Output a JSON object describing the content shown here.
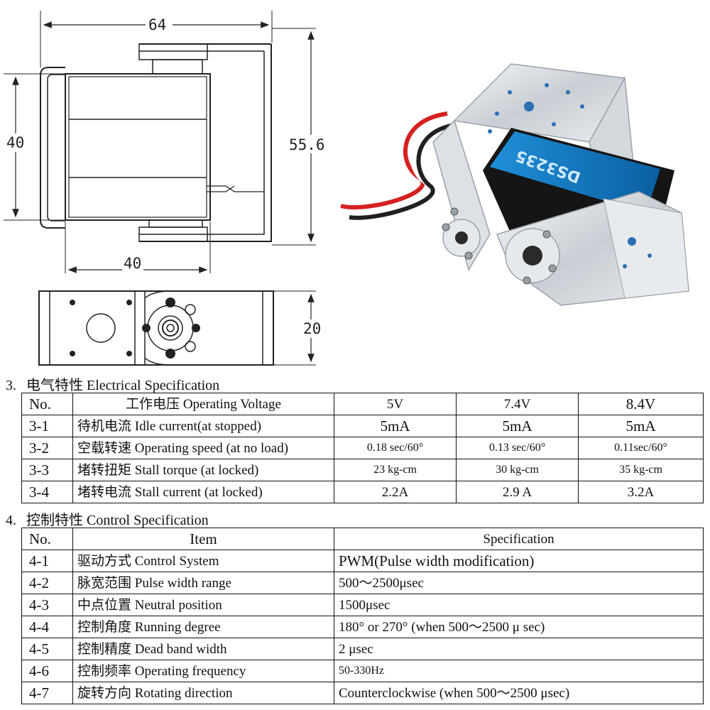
{
  "drawing": {
    "dim_width_top": "64",
    "dim_height_left": "40",
    "dim_height_right": "55.6",
    "dim_width_bottom": "40",
    "dim_depth": "20",
    "servo_label": "DS3235"
  },
  "electrical": {
    "number": "3.",
    "title": "电气特性 Electrical Specification",
    "header": {
      "no": "No.",
      "item": "工作电压 Operating Voltage",
      "v1": "5V",
      "v2": "7.4V",
      "v3": "8.4V"
    },
    "rows": [
      {
        "no": "3-1",
        "item": "待机电流  Idle current(at stopped)",
        "v1": "5mA",
        "v2": "5mA",
        "v3": "5mA"
      },
      {
        "no": "3-2",
        "item": "空载转速 Operating speed (at no load)",
        "v1": "0.18 sec/60°",
        "v2": "0.13 sec/60°",
        "v3": "0.11sec/60°"
      },
      {
        "no": "3-3",
        "item": "堵转扭矩 Stall torque (at locked)",
        "v1": "23 kg-cm",
        "v2": "30 kg-cm",
        "v3": "35 kg-cm"
      },
      {
        "no": "3-4",
        "item": "堵转电流 Stall current (at locked)",
        "v1": "2.2A",
        "v2": "2.9 A",
        "v3": "3.2A"
      }
    ]
  },
  "control": {
    "number": "4.",
    "title": "控制特性 Control Specification",
    "header": {
      "no": "No.",
      "item": "Item",
      "spec": "Specification"
    },
    "rows": [
      {
        "no": "4-1",
        "item": "驱动方式 Control System",
        "spec": "PWM(Pulse width modification)"
      },
      {
        "no": "4-2",
        "item": "脉宽范围  Pulse width range",
        "spec": "500～2500μsec"
      },
      {
        "no": "4-3",
        "item": "中点位置  Neutral position",
        "spec": "1500μsec"
      },
      {
        "no": "4-4",
        "item": "控制角度  Running degree",
        "spec": "180° or 270°   (when 500～2500 μ sec)"
      },
      {
        "no": "4-5",
        "item": "控制精度  Dead band width",
        "spec": "2 μsec"
      },
      {
        "no": "4-6",
        "item": "控制频率 Operating   frequency",
        "spec": "50-330Hz"
      },
      {
        "no": "4-7",
        "item": "旋转方向  Rotating direction",
        "spec": "Counterclockwise (when 500～2500 μsec)"
      }
    ]
  }
}
